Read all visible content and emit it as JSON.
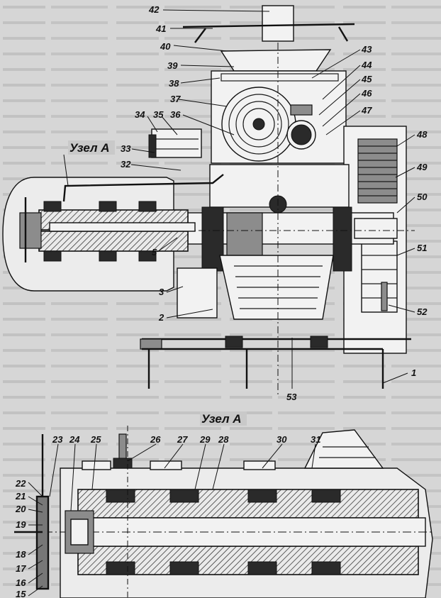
{
  "title_upper": "Узел А",
  "title_lower": "Узел А",
  "upper_callouts": [
    "42",
    "41",
    "40",
    "39",
    "38",
    "37",
    "36",
    "35",
    "34",
    "33",
    "32",
    "5",
    "3",
    "2",
    "43",
    "44",
    "45",
    "46",
    "47",
    "48",
    "49",
    "50",
    "51",
    "52",
    "53",
    "1"
  ],
  "lower_callouts": [
    "23",
    "24",
    "25",
    "26",
    "27",
    "29",
    "28",
    "30",
    "31",
    "22",
    "21",
    "20",
    "19",
    "18",
    "17",
    "16",
    "15"
  ]
}
